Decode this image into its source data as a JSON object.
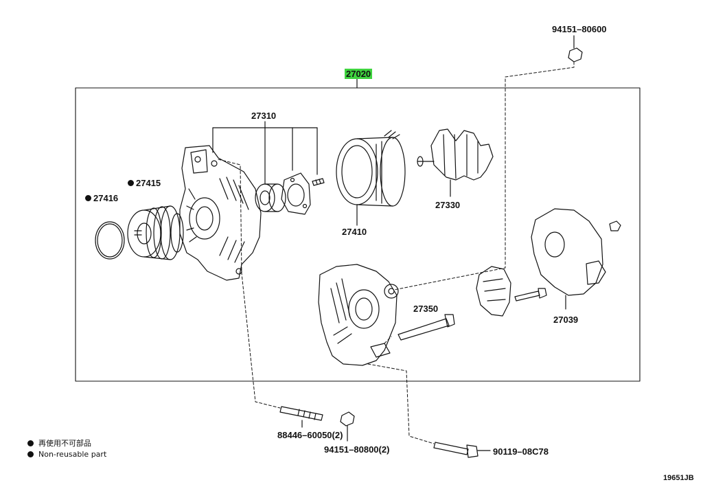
{
  "diagram": {
    "assembly": {
      "part_no": "27020"
    },
    "parts": {
      "nut_top": "94151–80600",
      "frame": "27310",
      "pulley": "27415",
      "snap_ring": "27416",
      "stator": "27410",
      "rotor": "27330",
      "rear_frame": "27350",
      "regulator": "27039",
      "stud": "88446–60050(2)",
      "nut_bottom": "94151–80800(2)",
      "bolt": "90119–08C78"
    },
    "legend": {
      "jp": "再使用不可部品",
      "en": "Non-reusable part"
    },
    "ref_code": "19651JB",
    "colors": {
      "highlight": "#3fd43f",
      "ink": "#111111"
    }
  }
}
